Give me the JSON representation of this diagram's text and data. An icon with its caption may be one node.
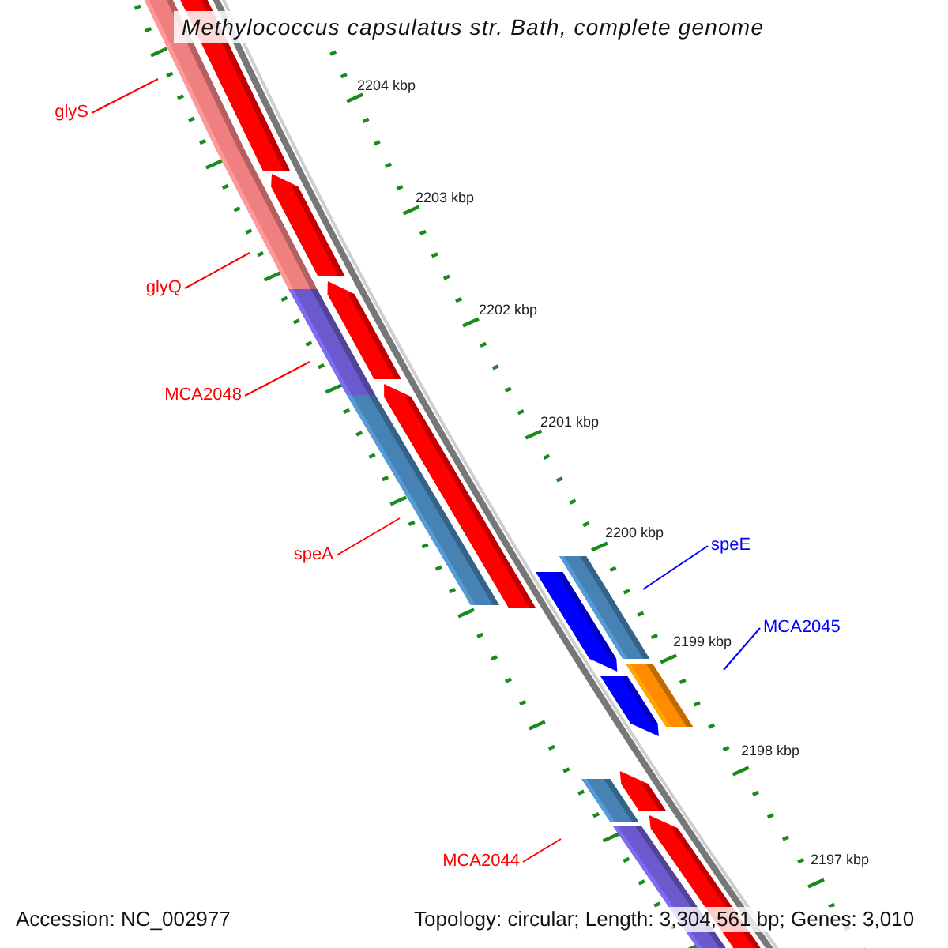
{
  "diagram": {
    "title": "Methylococcus capsulatus str. Bath, complete genome",
    "nodes": [
      {
        "text": [
          "glyS"
        ]
      },
      {
        "text": [
          "glyQ"
        ]
      },
      {
        "text": [
          "MCA2048"
        ]
      },
      {
        "text": [
          "speA"
        ]
      },
      {
        "text": [
          "speE"
        ]
      },
      {
        "text": [
          "MCA2045"
        ]
      },
      {
        "text": [
          "MCA2044"
        ]
      }
    ],
    "edges": [
      {
        "from": 0,
        "to": null,
        "arrow": "none"
      },
      {
        "from": 1,
        "to": null,
        "arrow": "none"
      },
      {
        "from": 2,
        "to": null,
        "arrow": "none"
      },
      {
        "from": 3,
        "to": null,
        "arrow": "none"
      },
      {
        "from": 4,
        "to": null,
        "arrow": "none",
        "color": "#0000ff"
      },
      {
        "from": 5,
        "to": null,
        "arrow": "none",
        "color": "#0000ff"
      },
      {
        "from": 6,
        "to": null,
        "arrow": "none"
      }
    ],
    "labels": [
      "2204 kbp",
      "2203 kbp",
      "2202 kbp",
      "2201 kbp",
      "2200 kbp",
      "2199 kbp",
      "2198 kbp",
      "2197 kbp",
      "Accession: NC_002977",
      "Topology: circular; Length: 3,304,561 bp; Genes: 3,010"
    ]
  }
}
